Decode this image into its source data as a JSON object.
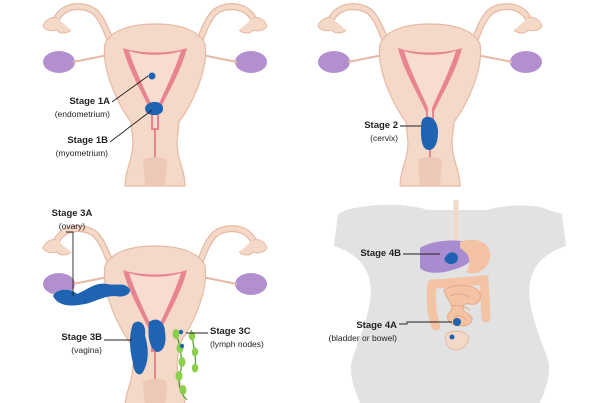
{
  "colors": {
    "uterus": "#f4d9c9",
    "uterus_outline": "#e6b9a3",
    "lining": "#e8848f",
    "ovary": "#b48fcf",
    "tumour": "#1f63b3",
    "lymph_node": "#8ccf4b",
    "body": "#e2e2e2",
    "liver": "#a98bd0",
    "bowel": "#f3c3a4",
    "leader_line": "#231f20"
  },
  "labels": {
    "stage_1a": {
      "title": "Stage 1A",
      "sub": "(endometrium)"
    },
    "stage_1b": {
      "title": "Stage 1B",
      "sub": "(myometrium)"
    },
    "stage_2": {
      "title": "Stage 2",
      "sub": "(cervix)"
    },
    "stage_3a": {
      "title": "Stage 3A",
      "sub": "(ovary)"
    },
    "stage_3b": {
      "title": "Stage 3B",
      "sub": "(vagina)"
    },
    "stage_3c": {
      "title": "Stage 3C",
      "sub": "(lymph nodes)"
    },
    "stage_4b": {
      "title": "Stage 4B",
      "sub": ""
    },
    "stage_4a": {
      "title": "Stage 4A",
      "sub": "(bladder or bowel)"
    }
  }
}
